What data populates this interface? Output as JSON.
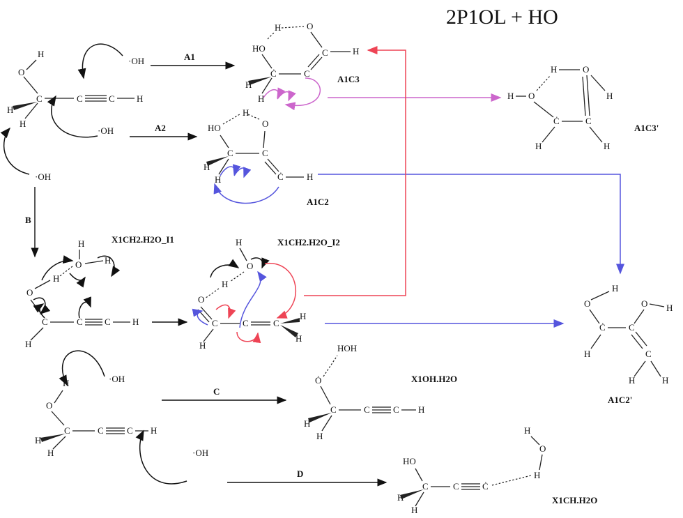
{
  "title": "2P1OL + HO",
  "atoms": {
    "O": "O",
    "H": "H",
    "C": "C",
    "OH": "OH",
    "HO": "HO",
    "HOH": "HOH",
    "rad_OH": "·OH",
    "rad_C": "Ċ",
    "rad_O": "Ȯ"
  },
  "pathways": {
    "A1": "A1",
    "A2": "A2",
    "B": "B",
    "C": "C",
    "D": "D"
  },
  "species": {
    "A1C3": "A1C3",
    "A1C3p": "A1C3'",
    "A1C2": "A1C2",
    "A1C2p": "A1C2'",
    "X1CH2_I1": "X1CH2.H2O_I1",
    "X1CH2_I2": "X1CH2.H2O_I2",
    "X1OH": "X1OH.H2O",
    "X1CH": "X1CH.H2O"
  },
  "colors": {
    "magenta": "#cc66cc",
    "blue": "#5555dd",
    "red": "#ee4455",
    "black": "#111111"
  }
}
